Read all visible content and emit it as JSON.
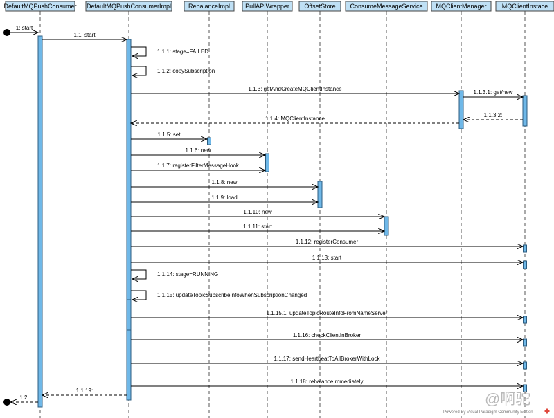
{
  "lifelines": [
    "DefaultMQPushConsumer",
    "DefaultMQPushConsumerImpl",
    "RebalanceImpl",
    "PullAPIWrapper",
    "OffsetStore",
    "ConsumeMessageService",
    "MQClientManager",
    "MQClientInstace"
  ],
  "messages": [
    {
      "from": "start",
      "to": 0,
      "label": "1: start"
    },
    {
      "from": 0,
      "to": 1,
      "label": "1.1: start"
    },
    {
      "from": 1,
      "to": 1,
      "label": "1.1.1: stage=FAILED",
      "self": true
    },
    {
      "from": 1,
      "to": 1,
      "label": "1.1.2: copySubscription",
      "self": true
    },
    {
      "from": 1,
      "to": 6,
      "label": "1.1.3: getAndCreateMQClientInstance"
    },
    {
      "from": 6,
      "to": 7,
      "label": "1.1.3.1: get/new"
    },
    {
      "from": 7,
      "to": 6,
      "label": "1.1.3.2:",
      "return": true
    },
    {
      "from": 6,
      "to": 1,
      "label": "1.1.4: MQClientInstance",
      "return": true
    },
    {
      "from": 1,
      "to": 2,
      "label": "1.1.5: set"
    },
    {
      "from": 1,
      "to": 3,
      "label": "1.1.6: new"
    },
    {
      "from": 1,
      "to": 3,
      "label": "1.1.7: registerFilterMessageHook"
    },
    {
      "from": 1,
      "to": 4,
      "label": "1.1.8: new"
    },
    {
      "from": 1,
      "to": 4,
      "label": "1.1.9: load"
    },
    {
      "from": 1,
      "to": 5,
      "label": "1.1.10: new"
    },
    {
      "from": 1,
      "to": 5,
      "label": "1.1.11: start"
    },
    {
      "from": 1,
      "to": 7,
      "label": "1.1.12: registerConsumer"
    },
    {
      "from": 1,
      "to": 7,
      "label": "1.1.13: start"
    },
    {
      "from": 1,
      "to": 1,
      "label": "1.1.14: stage=RUNNING",
      "self": true
    },
    {
      "from": 1,
      "to": 1,
      "label": "1.1.15: updateTopicSubscribeInfoWhenSubscriptionChanged",
      "self": true
    },
    {
      "from": 1,
      "to": 7,
      "label": "1.1.15.1: updateTopicRouteInfoFromNameServer"
    },
    {
      "from": 1,
      "to": 7,
      "label": "1.1.16: checkClientInBroker"
    },
    {
      "from": 1,
      "to": 7,
      "label": "1.1.17: sendHeartbeatToAllBrokerWithLock"
    },
    {
      "from": 1,
      "to": 7,
      "label": "1.1.18: rebalanceImmediately"
    },
    {
      "from": 1,
      "to": 0,
      "label": "1.1.19:",
      "return": true
    },
    {
      "from": 0,
      "to": "end",
      "label": "1.2:",
      "return": true
    }
  ],
  "watermark": "@啊驼",
  "footer": "Powered By Visual Paradigm Community Edition",
  "colors": {
    "header": "#bfe0f5",
    "activation": "#6fb8e8"
  }
}
